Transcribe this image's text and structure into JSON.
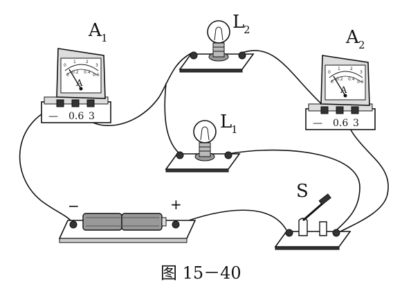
{
  "labels": {
    "ammeter1": {
      "main": "A",
      "sub": "1"
    },
    "ammeter2": {
      "main": "A",
      "sub": "2"
    },
    "lamp1": {
      "main": "L",
      "sub": "1"
    },
    "lamp2": {
      "main": "L",
      "sub": "2"
    },
    "switch": "S"
  },
  "meter": {
    "unit": "A",
    "scale_top": [
      "0",
      "1",
      "2",
      "3"
    ],
    "scale_bottom": [
      "0",
      "0.2",
      "0.4",
      "0.6"
    ],
    "terminals": [
      "—",
      "0.6",
      "3"
    ]
  },
  "battery": {
    "minus": "−",
    "plus": "+"
  },
  "caption": "图 15－40"
}
